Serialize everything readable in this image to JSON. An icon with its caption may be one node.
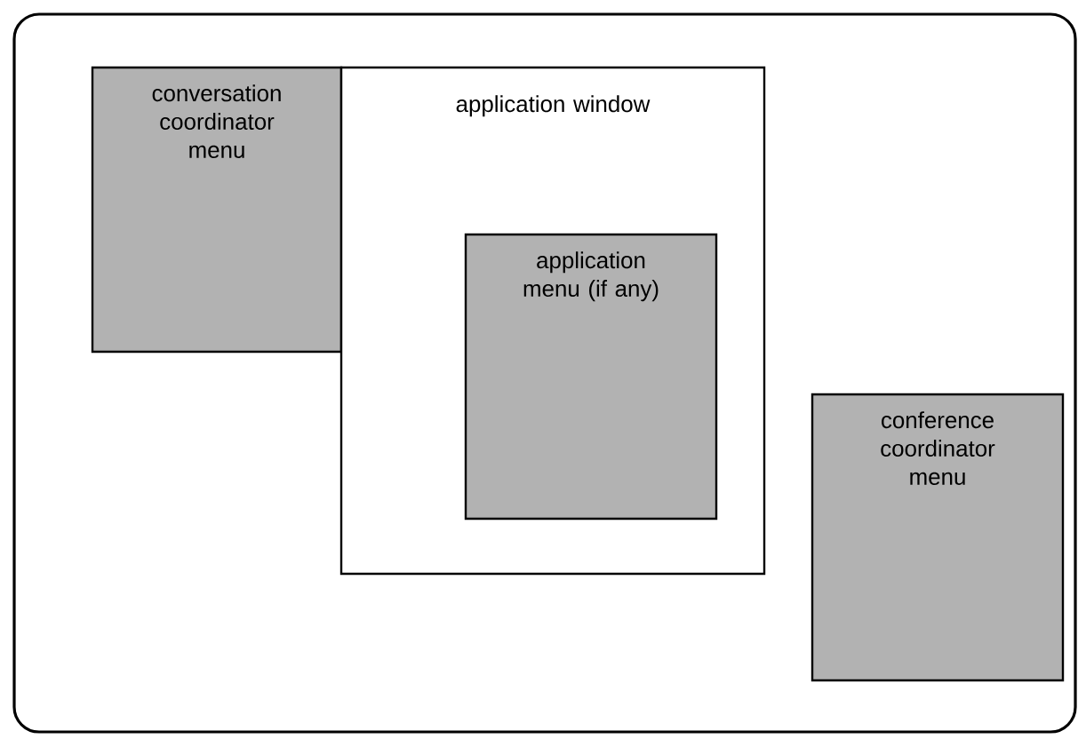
{
  "diagram": {
    "nodes": [
      {
        "text": [],
        "shape": "box"
      },
      {
        "text": [
          "conversation coordinator menu"
        ],
        "in": 0
      },
      {
        "text": [
          "application window"
        ],
        "in": 0
      },
      {
        "text": [
          "application menu (if any)"
        ],
        "in": 2
      },
      {
        "text": [
          "conference coordinator menu"
        ],
        "in": 0
      }
    ]
  }
}
